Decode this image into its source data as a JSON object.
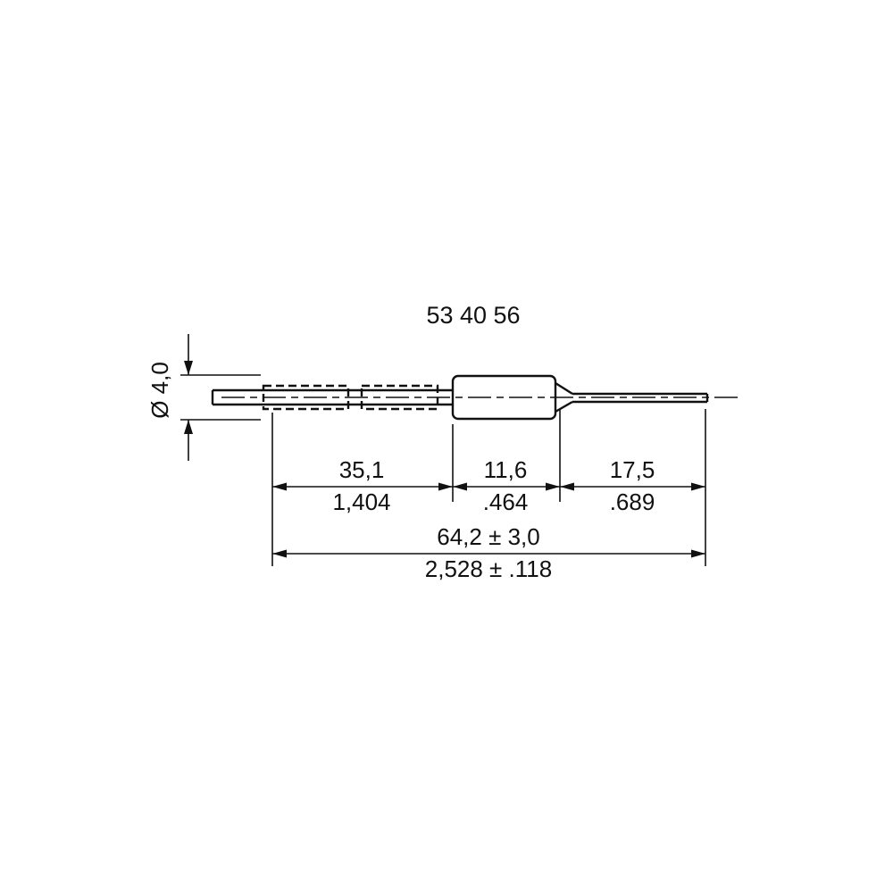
{
  "title": "53 40 56",
  "dimensions": {
    "diameter": "Ø 4,0",
    "left_lead_mm": "35,1",
    "left_lead_inch": "1,404",
    "body_mm": "11,6",
    "body_inch": ".464",
    "right_lead_mm": "17,5",
    "right_lead_inch": ".689",
    "overall_mm": "64,2 ± 3,0",
    "overall_inch": "2,528 ± .118"
  }
}
